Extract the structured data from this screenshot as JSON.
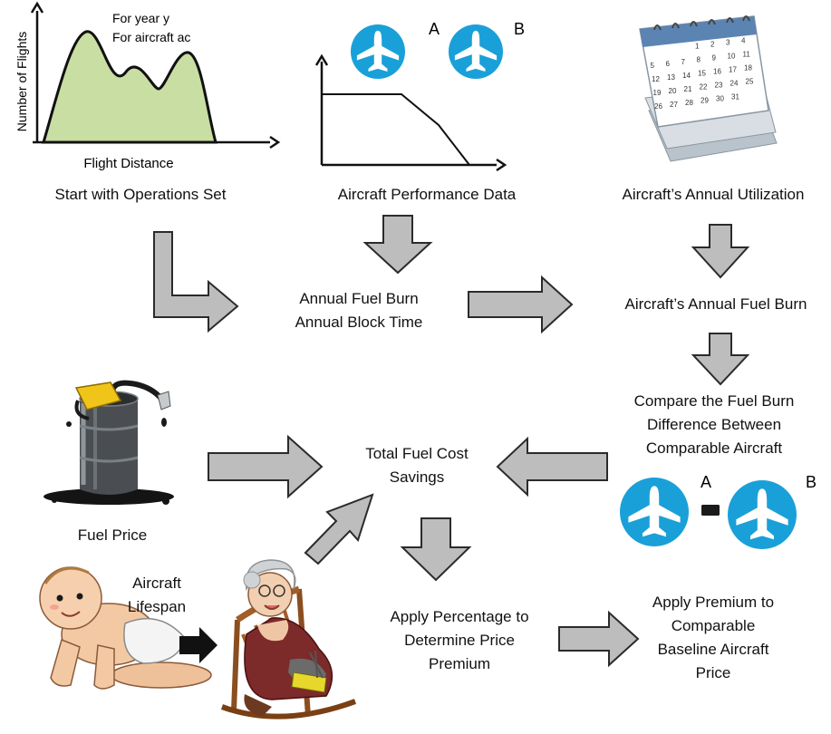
{
  "distribution_chart": {
    "y_axis_label": "Number of Flights",
    "x_axis_label": "Flight Distance",
    "note_line1": "For year y",
    "note_line2": "For aircraft ac",
    "fill_color": "#c9dea3"
  },
  "aircraft_icons": {
    "label_a": "A",
    "label_b": "B",
    "circle_color": "#1aa0d8"
  },
  "steps": {
    "operations_set": "Start with Operations Set",
    "performance_data": "Aircraft Performance Data",
    "annual_utilization": "Aircraft’s Annual Utilization",
    "fuel_burn_line1": "Annual Fuel Burn",
    "fuel_burn_line2": "Annual Block Time",
    "aircraft_annual_fuel_burn": "Aircraft’s Annual Fuel Burn",
    "compare_line1": "Compare the Fuel Burn",
    "compare_line2": "Difference Between",
    "compare_line3": "Comparable Aircraft",
    "savings_line1": "Total Fuel Cost",
    "savings_line2": "Savings",
    "fuel_price": "Fuel Price",
    "lifespan_line1": "Aircraft",
    "lifespan_line2": "Lifespan",
    "percentage_line1": "Apply Percentage to",
    "percentage_line2": "Determine Price",
    "percentage_line3": "Premium",
    "premium_line1": "Apply Premium to",
    "premium_line2": "Comparable",
    "premium_line3": "Baseline Aircraft",
    "premium_line4": "Price"
  },
  "calendar": {
    "numbers": [
      "1",
      "2",
      "3",
      "4",
      "5",
      "6",
      "7",
      "8",
      "9",
      "10",
      "11",
      "12",
      "13",
      "14",
      "15",
      "16",
      "17",
      "18",
      "19",
      "20",
      "21",
      "22",
      "23",
      "24",
      "25",
      "26",
      "27",
      "28",
      "29",
      "30",
      "31"
    ]
  },
  "colors": {
    "arrow_fill": "#bdbdbd",
    "arrow_stroke": "#2b2b2b"
  }
}
